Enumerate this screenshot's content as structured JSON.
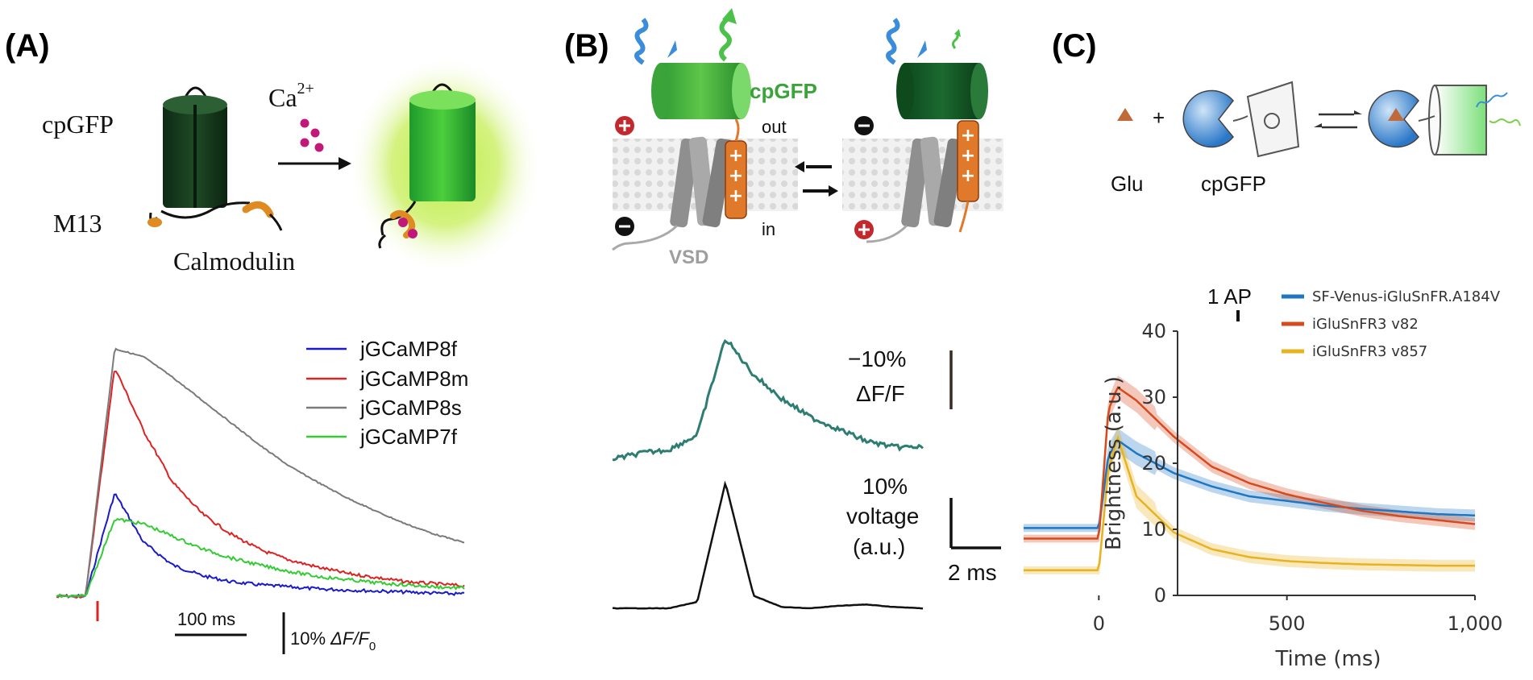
{
  "panel_a": {
    "label": "(A)",
    "diagram": {
      "cpgfp": "cpGFP",
      "ca_base": "Ca",
      "ca_sup": "2+",
      "m13": "M13",
      "calmodulin": "Calmodulin"
    },
    "scale": {
      "time": "100 ms",
      "amp_prefix": "10% ",
      "amp_var": "ΔF/F",
      "amp_sub": "0"
    },
    "legend": [
      "jGCaMP8f",
      "jGCaMP8m",
      "jGCaMP8s",
      "jGCaMP7f"
    ]
  },
  "panel_b": {
    "label": "(B)",
    "diagram": {
      "cpgfp": "cpGFP",
      "out": "out",
      "in": "in",
      "vsd": "VSD"
    },
    "scale_top_pct": "−10%",
    "scale_top_unit": "ΔF/F",
    "scale_bottom_pct": "10%",
    "scale_bottom_unit1": "voltage",
    "scale_bottom_unit2": "(a.u.)",
    "scale_time": "2 ms"
  },
  "panel_c": {
    "label": "(C)",
    "diagram": {
      "glu": "Glu",
      "cpgfp": "cpGFP",
      "plus": "+"
    },
    "stim_label": "1 AP",
    "xlabel": "Time (ms)",
    "ylabel": "Brightness (a.u.)",
    "xticks": [
      "0",
      "500",
      "1,000"
    ],
    "yticks": [
      "0",
      "10",
      "20",
      "30",
      "40"
    ]
  },
  "chart_data": [
    {
      "type": "line",
      "x": [
        -40,
        0,
        40,
        80,
        120,
        160,
        200,
        240,
        280,
        320,
        360,
        400,
        440,
        480,
        520
      ],
      "series": [
        {
          "name": "jGCaMP8f",
          "color": "#1a1acc",
          "values": [
            0,
            0,
            100,
            52,
            30,
            20,
            14,
            11,
            9,
            7,
            6,
            5,
            4,
            3,
            2
          ]
        },
        {
          "name": "jGCaMP8m",
          "color": "#dd2222",
          "values": [
            0,
            0,
            222,
            160,
            110,
            80,
            60,
            45,
            35,
            28,
            22,
            18,
            14,
            12,
            10
          ]
        },
        {
          "name": "jGCaMP8s",
          "color": "#7a7a7a",
          "values": [
            0,
            0,
            240,
            232,
            212,
            190,
            168,
            146,
            126,
            110,
            95,
            82,
            70,
            60,
            52
          ]
        },
        {
          "name": "jGCaMP7f",
          "color": "#33cc33",
          "values": [
            0,
            0,
            75,
            70,
            58,
            46,
            37,
            30,
            24,
            19,
            16,
            13,
            11,
            9,
            8
          ]
        }
      ]
    },
    {
      "type": "line",
      "x": [
        -4,
        -3,
        -2,
        -1,
        0,
        1,
        2,
        3,
        4,
        5,
        6,
        7
      ],
      "series": [
        {
          "color": "#2e7d72",
          "values": [
            0,
            0.5,
            0.8,
            2,
            10,
            7,
            5,
            3.5,
            2.5,
            1.5,
            1.0,
            1.0
          ]
        },
        {
          "color": "#111111",
          "values": [
            0,
            0,
            0,
            0.5,
            10,
            1,
            0.1,
            0,
            0.2,
            0.3,
            0.1,
            0
          ]
        }
      ]
    },
    {
      "type": "line",
      "xlabel": "Time (ms)",
      "ylabel": "Brightness (a.u.)",
      "xlim": [
        -200,
        1000
      ],
      "ylim": [
        0,
        40
      ],
      "x": [
        -200,
        -100,
        0,
        25,
        50,
        100,
        200,
        300,
        400,
        500,
        600,
        700,
        800,
        900,
        1000
      ],
      "series": [
        {
          "name": "SF-Venus-iGluSnFR.A184V",
          "color": "#1f77c4",
          "values": [
            10.2,
            10.2,
            10.2,
            21,
            23.5,
            21.5,
            18.5,
            16.5,
            15,
            14.3,
            13.6,
            13.1,
            12.7,
            12.3,
            12.1
          ]
        },
        {
          "name": "iGluSnFR3 v82",
          "color": "#d64a1e",
          "values": [
            8.6,
            8.6,
            8.6,
            28,
            31.5,
            29.5,
            24,
            19.5,
            17,
            15.3,
            14,
            12.8,
            12,
            11.4,
            10.8
          ]
        },
        {
          "name": "iGluSnFR3 v857",
          "color": "#e8b320",
          "values": [
            3.8,
            3.8,
            3.8,
            19,
            24,
            15,
            9.5,
            7,
            5.8,
            5.2,
            4.9,
            4.7,
            4.6,
            4.5,
            4.5
          ]
        }
      ]
    }
  ]
}
